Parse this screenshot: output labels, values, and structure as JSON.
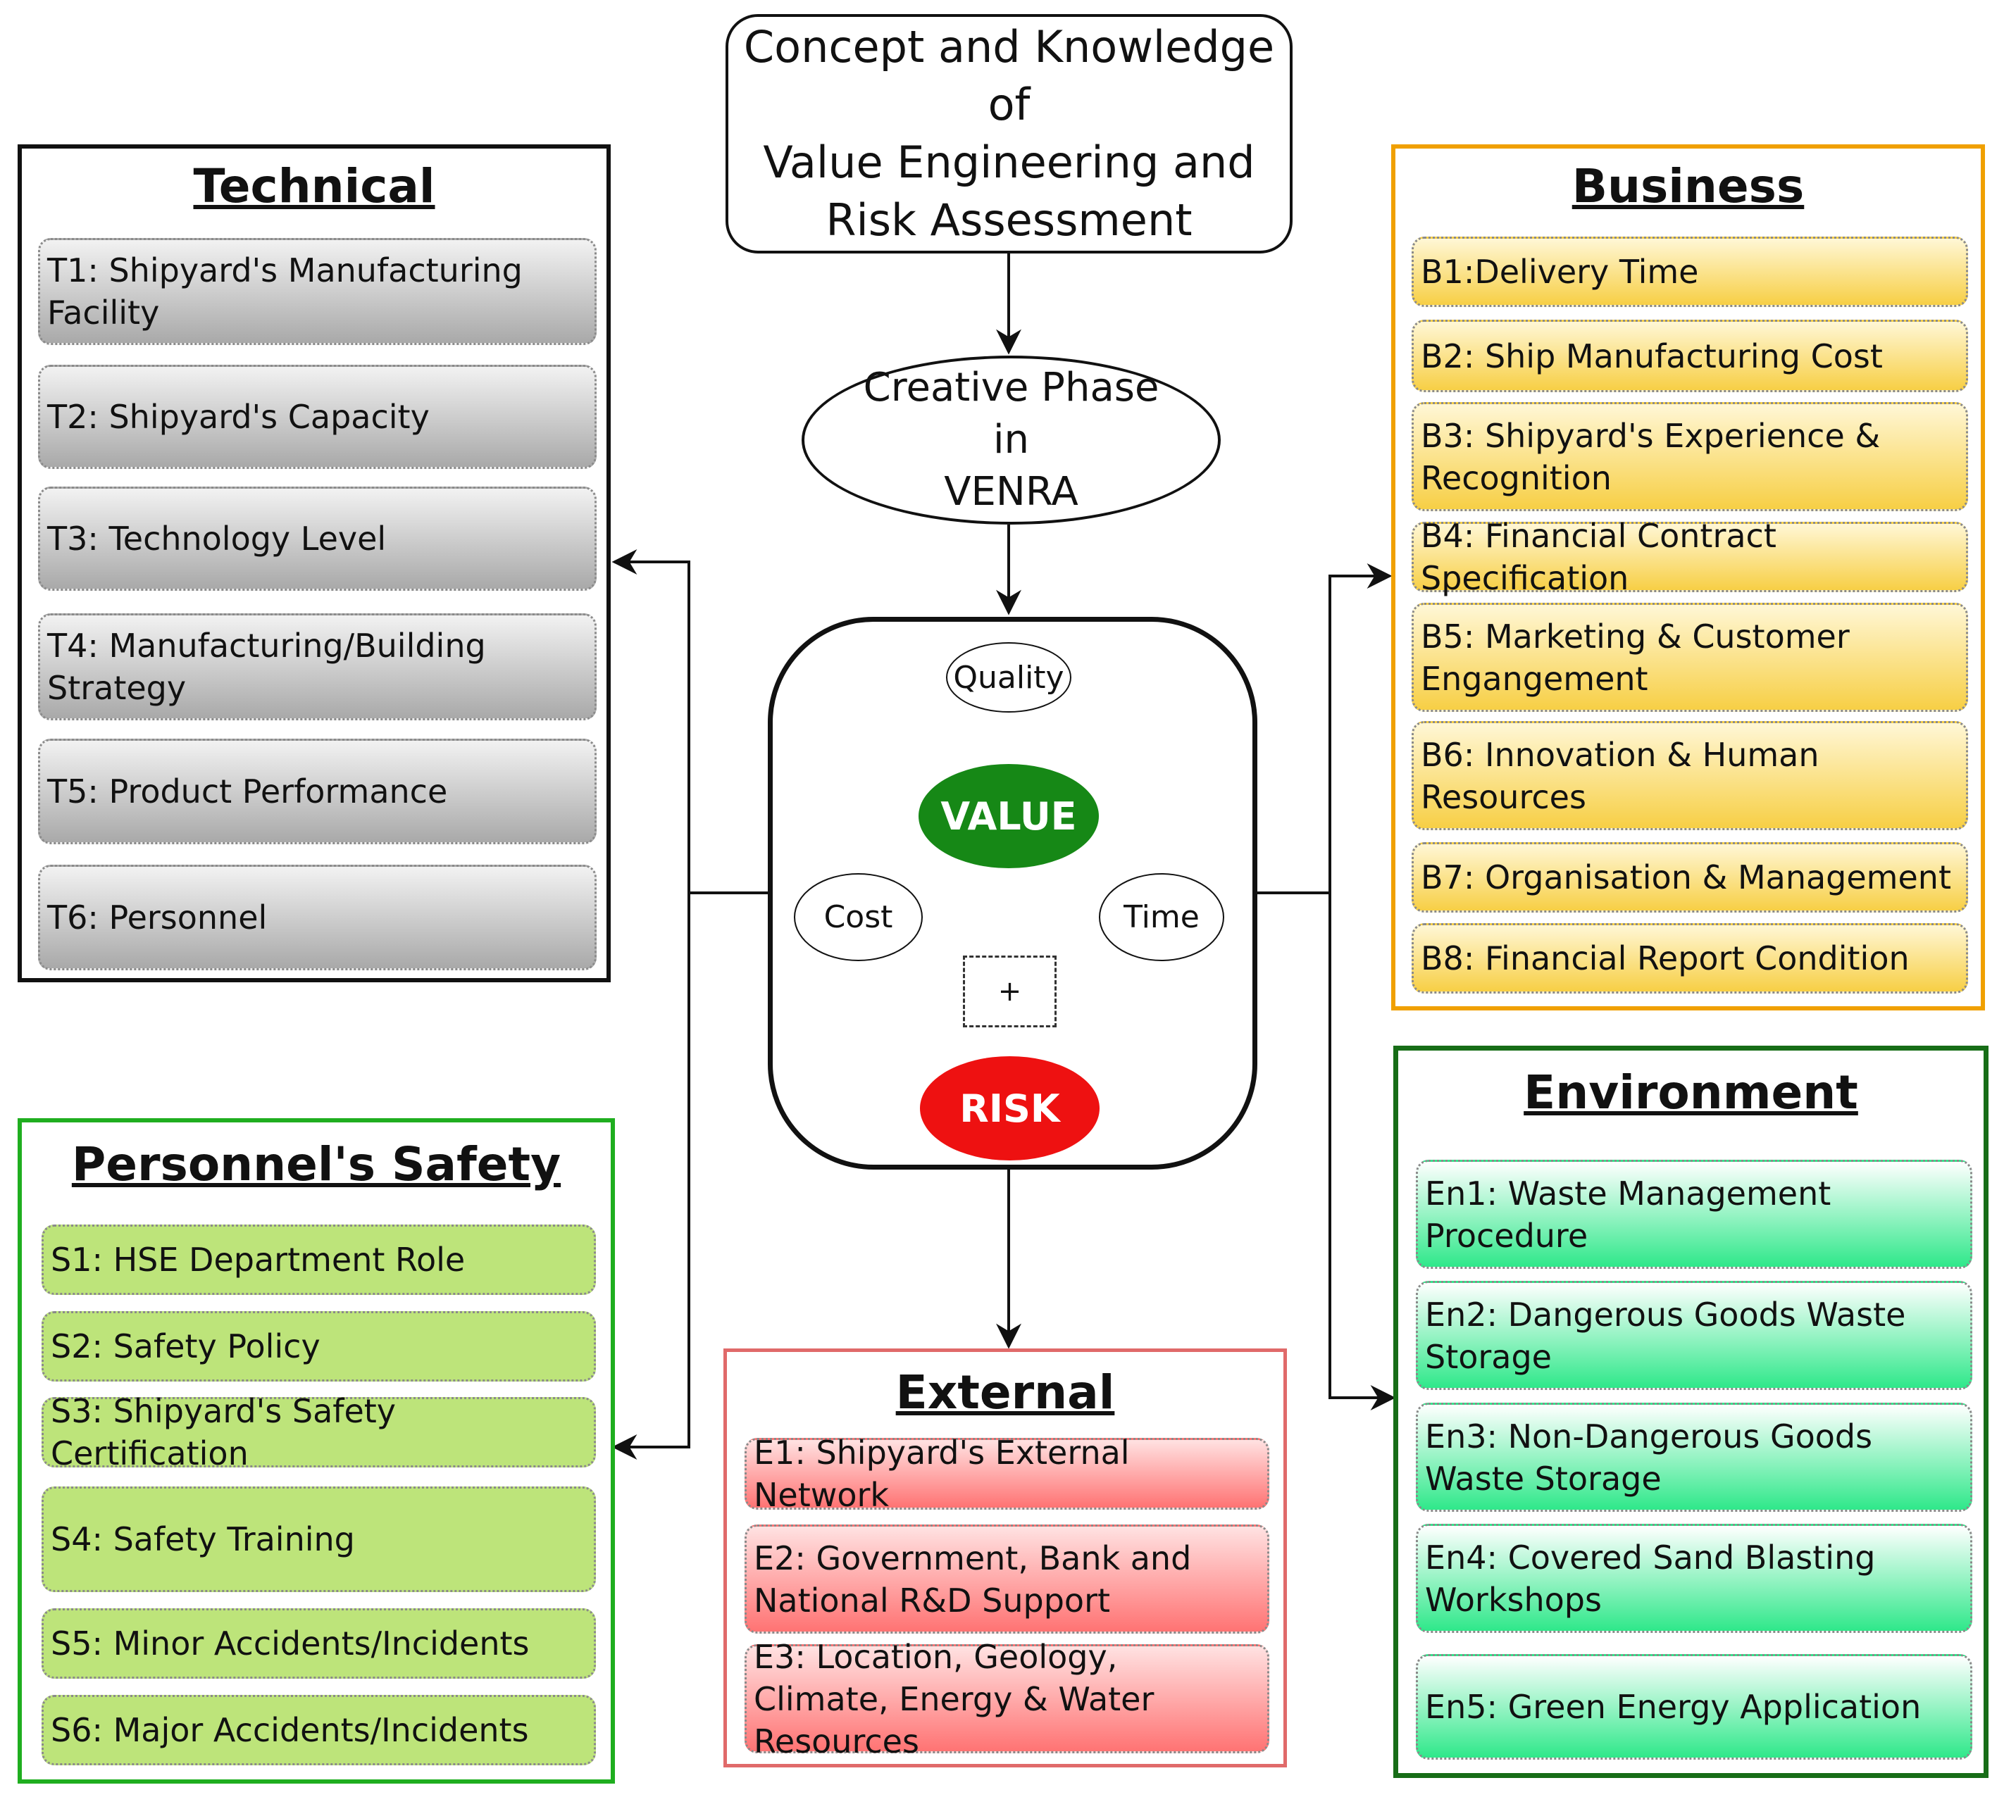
{
  "center": {
    "top_title": "Concept and Knowledge\nof\nValue Engineering and\nRisk Assessment",
    "creative_phase": "Creative Phase in\nVENRA",
    "quality": "Quality",
    "cost": "Cost",
    "time": "Time",
    "value": "VALUE",
    "plus": "+",
    "risk": "RISK"
  },
  "panels": {
    "technical": {
      "title": "Technical",
      "border_color": "#111111",
      "fill": "linear-gradient(#f2f2f2,#a9a9a9)",
      "items": [
        "T1: Shipyard's Manufacturing Facility",
        "T2: Shipyard's Capacity",
        "T3: Technology Level",
        "T4: Manufacturing/Building Strategy",
        "T5: Product Performance",
        "T6: Personnel"
      ]
    },
    "business": {
      "title": "Business",
      "border_color": "#f0a000",
      "fill": "linear-gradient(#fff7d6,#f7cf45)",
      "items": [
        "B1:Delivery Time",
        "B2: Ship Manufacturing Cost",
        "B3: Shipyard's Experience & Recognition",
        "B4: Financial Contract Specification",
        "B5: Marketing & Customer Engangement",
        "B6: Innovation & Human Resources",
        "B7: Organisation & Management",
        "B8: Financial Report Condition"
      ]
    },
    "safety": {
      "title": "Personnel's Safety",
      "border_color": "#1fae1f",
      "fill": "#bde47a",
      "items": [
        "S1: HSE Department Role",
        "S2: Safety Policy",
        "S3: Shipyard's Safety Certification",
        "S4: Safety Training",
        "S5: Minor Accidents/Incidents",
        "S6: Major Accidents/Incidents"
      ]
    },
    "external": {
      "title": "External",
      "border_color": "#e06a6a",
      "fill": "linear-gradient(#ffe2e2,#ff7373)",
      "items": [
        "E1: Shipyard's External Network",
        "E2: Government, Bank and National R&D Support",
        "E3: Location, Geology, Climate, Energy & Water Resources"
      ]
    },
    "environment": {
      "title": "Environment",
      "border_color": "#176d17",
      "fill": "linear-gradient(#ffffff,#2fe88a)",
      "items": [
        "En1: Waste Management Procedure",
        "En2: Dangerous Goods Waste Storage",
        "En3: Non-Dangerous Goods Waste Storage",
        "En4: Covered Sand Blasting Workshops",
        "En5: Green Energy Application"
      ]
    }
  }
}
